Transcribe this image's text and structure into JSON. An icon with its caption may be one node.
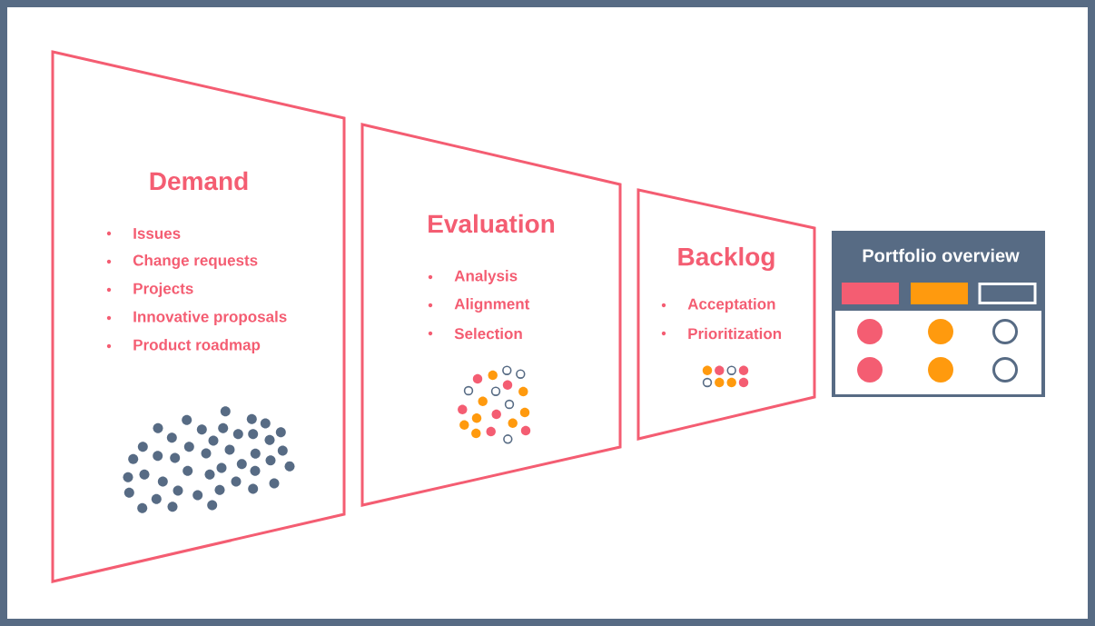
{
  "diagram": {
    "nodes": [
      {
        "text": [
          "Demand",
          "Issues",
          "Change requests",
          "Projects",
          "Innovative proposals",
          "Product roadmap"
        ]
      },
      {
        "text": [
          "Evaluation",
          "Analysis",
          "Alignment",
          "Selection"
        ]
      },
      {
        "text": [
          "Backlog",
          "Acceptation",
          "Prioritization"
        ]
      },
      {
        "text": [
          "Portfolio overview"
        ]
      }
    ]
  }
}
